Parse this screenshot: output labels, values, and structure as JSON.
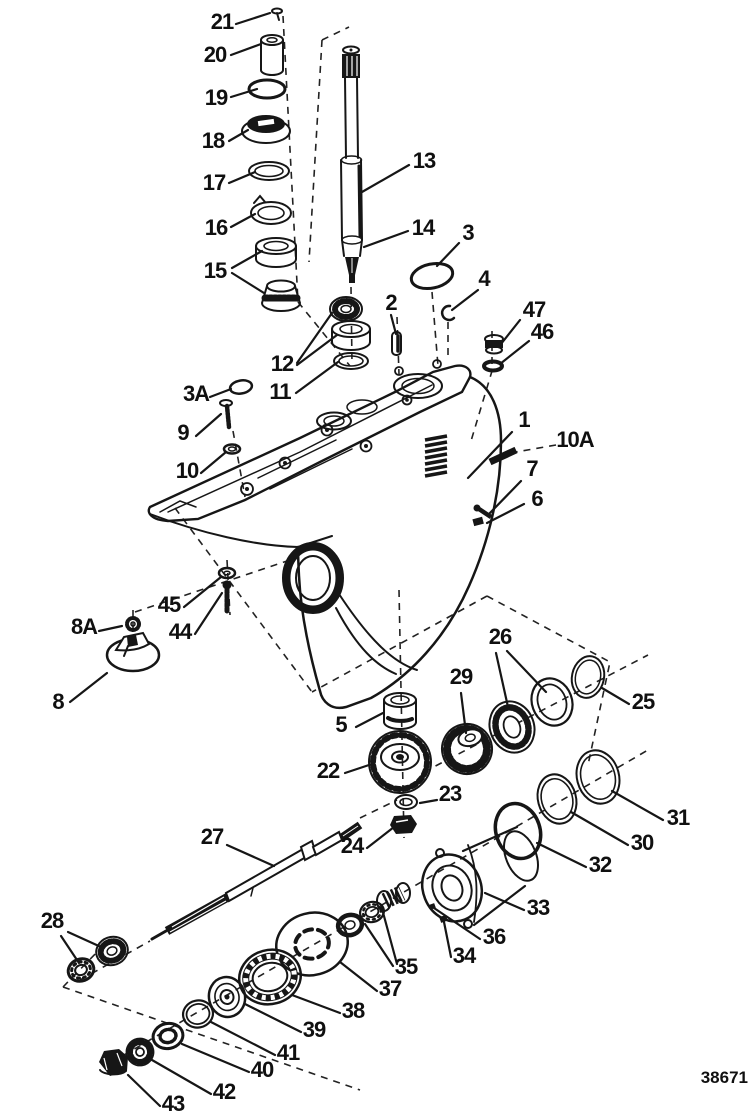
{
  "drawing_number": "38671",
  "part_labels": {
    "p1": "1",
    "p2": "2",
    "p3": "3",
    "p3a": "3A",
    "p4": "4",
    "p5": "5",
    "p6": "6",
    "p7": "7",
    "p8": "8",
    "p8a": "8A",
    "p9": "9",
    "p10": "10",
    "p10a": "10A",
    "p11": "11",
    "p12": "12",
    "p13": "13",
    "p14": "14",
    "p15": "15",
    "p16": "16",
    "p17": "17",
    "p18": "18",
    "p19": "19",
    "p20": "20",
    "p21": "21",
    "p22": "22",
    "p23": "23",
    "p24": "24",
    "p25": "25",
    "p26": "26",
    "p27": "27",
    "p28": "28",
    "p29": "29",
    "p30": "30",
    "p31": "31",
    "p32": "32",
    "p33": "33",
    "p34": "34",
    "p35": "35",
    "p36": "36",
    "p37": "37",
    "p38": "38",
    "p39": "39",
    "p40": "40",
    "p41": "41",
    "p42": "42",
    "p43": "43",
    "p44": "44",
    "p45": "45",
    "p46": "46",
    "p47": "47"
  }
}
